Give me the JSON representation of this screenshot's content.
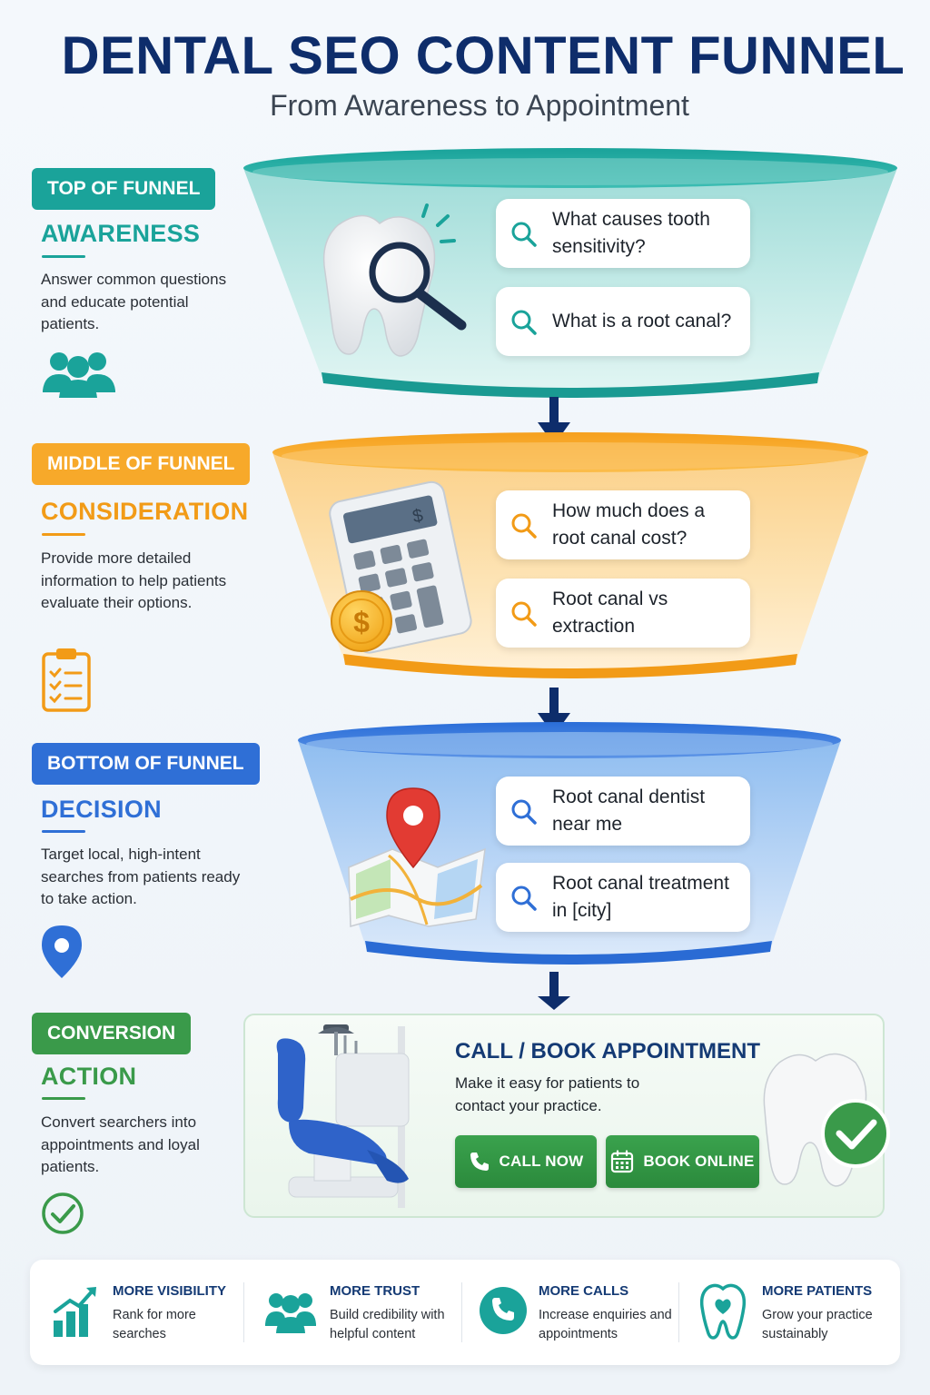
{
  "header": {
    "title": "DENTAL SEO CONTENT FUNNEL",
    "subtitle": "From Awareness to Appointment"
  },
  "colors": {
    "navy": "#0e2d6b",
    "teal": "#1aa39a",
    "orange": "#f7a92a",
    "blue": "#2f6fd6",
    "green": "#3a9a4a"
  },
  "stages": [
    {
      "pill": "TOP OF FUNNEL",
      "name": "AWARENESS",
      "description": "Answer common questions and educate potential patients.",
      "icon": "people-group-icon",
      "queries": [
        "What causes tooth sensitivity?",
        "What is a root canal?"
      ],
      "illustration": "tooth-magnifier-icon"
    },
    {
      "pill": "MIDDLE OF FUNNEL",
      "name": "CONSIDERATION",
      "description": "Provide more detailed information to help patients evaluate their options.",
      "icon": "clipboard-checklist-icon",
      "queries": [
        "How much does a root canal cost?",
        "Root canal vs extraction"
      ],
      "illustration": "calculator-coin-icon"
    },
    {
      "pill": "BOTTOM OF FUNNEL",
      "name": "DECISION",
      "description": "Target local, high-intent searches from patients ready to take action.",
      "icon": "location-pin-icon",
      "queries": [
        "Root canal dentist near me",
        "Root canal treatment in [city]"
      ],
      "illustration": "map-pin-icon"
    },
    {
      "pill": "CONVERSION",
      "name": "ACTION",
      "description": "Convert searchers into appointments and loyal patients.",
      "icon": "check-circle-icon"
    }
  ],
  "conversion": {
    "title": "CALL / BOOK APPOINTMENT",
    "description": "Make it easy for patients to contact your practice.",
    "call_label": "CALL NOW",
    "book_label": "BOOK ONLINE"
  },
  "benefits": [
    {
      "title": "MORE VISIBILITY",
      "description": "Rank for more searches",
      "icon": "growth-chart-icon"
    },
    {
      "title": "MORE TRUST",
      "description": "Build credibility with helpful content",
      "icon": "people-group-icon"
    },
    {
      "title": "MORE CALLS",
      "description": "Increase enquiries and appointments",
      "icon": "phone-icon"
    },
    {
      "title": "MORE PATIENTS",
      "description": "Grow your practice sustainably",
      "icon": "tooth-heart-icon"
    }
  ]
}
